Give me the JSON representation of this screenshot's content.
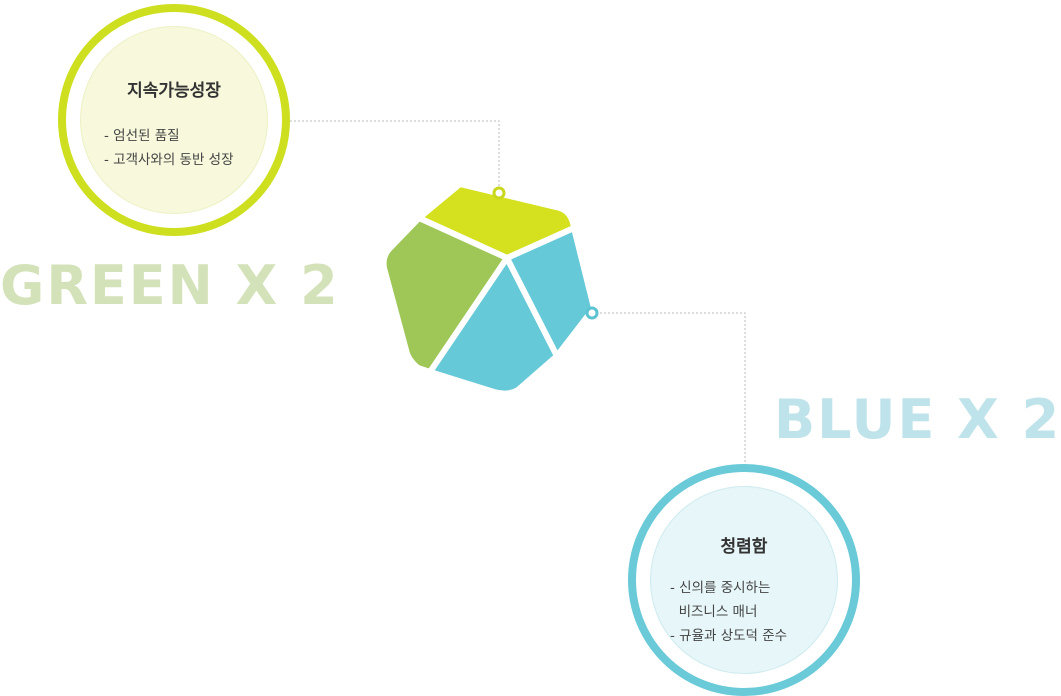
{
  "green_circle": {
    "title": "지속가능성장",
    "items": [
      "- 엄선된 품질",
      "- 고객사와의 동반 성장"
    ]
  },
  "blue_circle": {
    "title": "청렴함",
    "items": [
      "- 신의를 중시하는",
      "  비즈니스 매너",
      "- 규율과 상도덕 준수"
    ]
  },
  "labels": {
    "green": "GREEN X 2",
    "blue": "BLUE X 2"
  },
  "colors": {
    "lime": "#d5e01f",
    "green": "#9ec758",
    "blue": "#66c9d8",
    "green_ring": "#cedf1f",
    "blue_ring": "#6acad8"
  }
}
